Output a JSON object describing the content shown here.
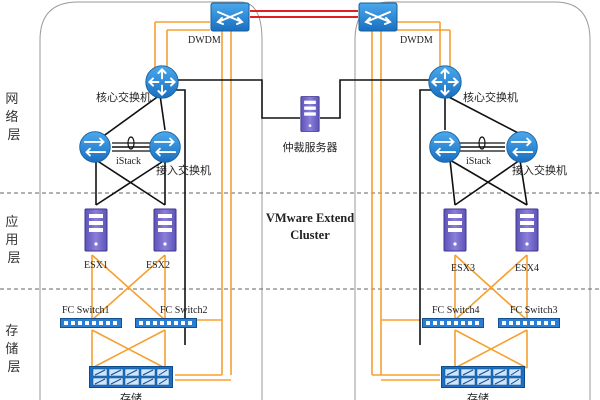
{
  "layers": [
    "网络层",
    "应用层",
    "存储层"
  ],
  "left_site": {
    "dwdm": "DWDM",
    "core_switch": "核心交换机",
    "stack": "iStack",
    "access_switch": "接入交换机",
    "hosts": [
      "ESX1",
      "ESX2"
    ],
    "fc_switches": [
      "FC Switch1",
      "FC Switch2"
    ],
    "storage": "存储"
  },
  "right_site": {
    "dwdm": "DWDM",
    "core_switch": "核心交换机",
    "stack": "iStack",
    "access_switch": "接入交换机",
    "hosts": [
      "ESX3",
      "ESX4"
    ],
    "fc_switches": [
      "FC Switch4",
      "FC Switch3"
    ],
    "storage": "存储"
  },
  "arbiter": "仲裁服务器",
  "cluster_title": [
    "VMware Extend",
    "Cluster"
  ],
  "colors": {
    "device_blue": "#1f7fd0",
    "server_purple": "#6a5fc2",
    "fc_line": "#f5a030",
    "dwdm_link": "#e02020",
    "ethernet": "#111111",
    "site_border": "#9a9a9a"
  },
  "icons": [
    "optical-switch-icon",
    "router-icon",
    "switch-icon",
    "server-icon",
    "fc-switch-icon",
    "storage-array-icon"
  ]
}
